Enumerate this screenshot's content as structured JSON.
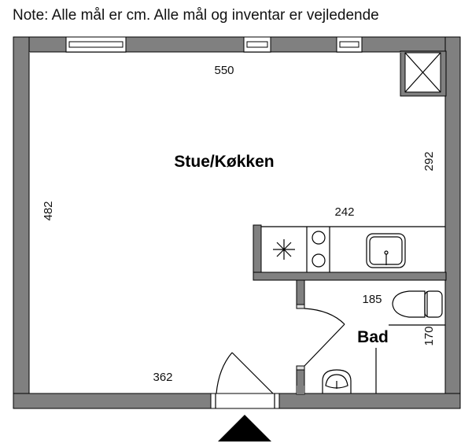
{
  "note": "Note: Alle mål er cm. Alle mål og inventar er vejledende",
  "rooms": {
    "living": "Stue/Køkken",
    "bath": "Bad"
  },
  "dimensions": {
    "top_width": "550",
    "left_height": "482",
    "right_height": "292",
    "kitchen_width": "242",
    "bath_width": "185",
    "bath_height": "170",
    "bottom_width": "362"
  }
}
